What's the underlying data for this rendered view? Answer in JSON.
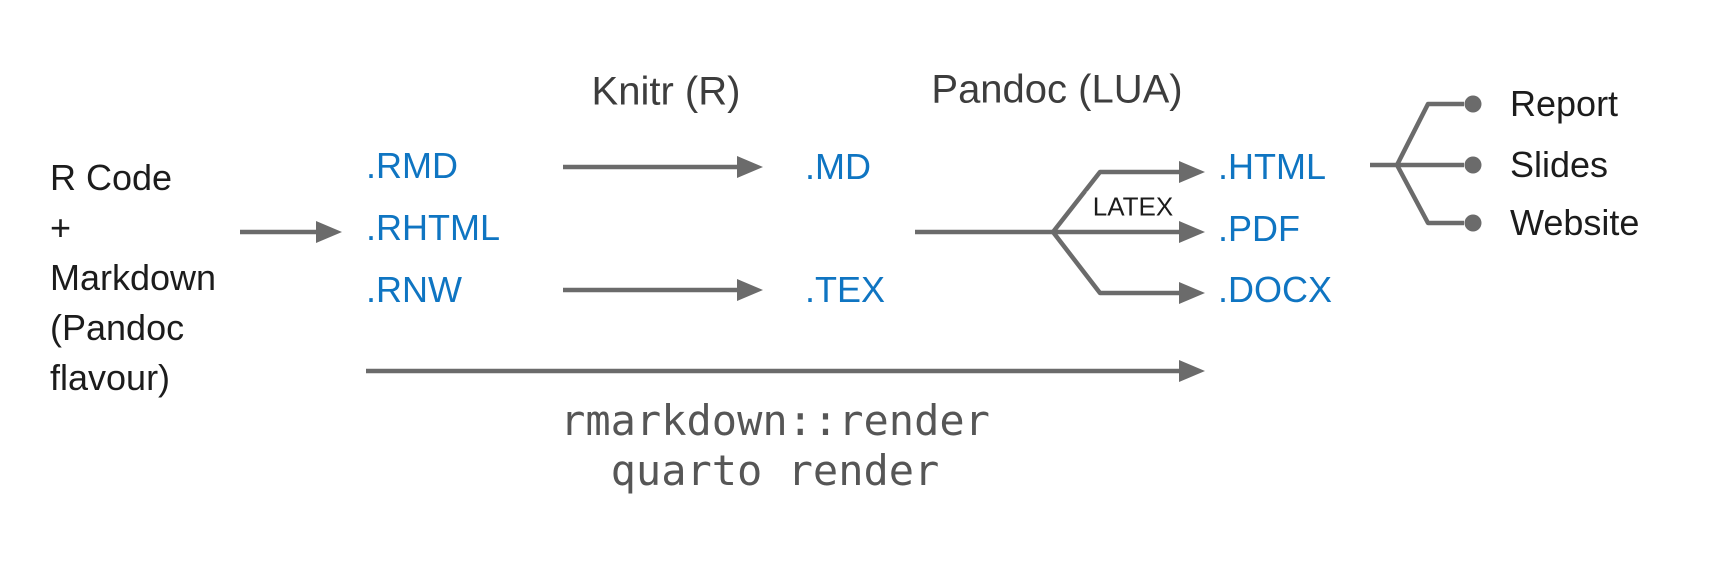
{
  "diagram": {
    "source": {
      "lines": [
        "R Code",
        "+",
        "Markdown",
        "(Pandoc",
        "flavour)"
      ]
    },
    "stages": {
      "knitr": "Knitr (R)",
      "pandoc": "Pandoc (LUA)"
    },
    "inputs": [
      ".RMD",
      ".RHTML",
      ".RNW"
    ],
    "intermediates": [
      ".MD",
      ".TEX"
    ],
    "outputs": [
      ".HTML",
      ".PDF",
      ".DOCX"
    ],
    "latex_label": "LATEX",
    "artifacts": [
      "Report",
      "Slides",
      "Website"
    ],
    "commands": [
      "rmarkdown::render",
      "quarto render"
    ]
  },
  "colors": {
    "accent-blue": "#0f75c2",
    "line-gray": "#6b6b6b",
    "text-black": "#1c1c1c",
    "heading-gray": "#3d3d3d",
    "command-gray": "#565656"
  }
}
